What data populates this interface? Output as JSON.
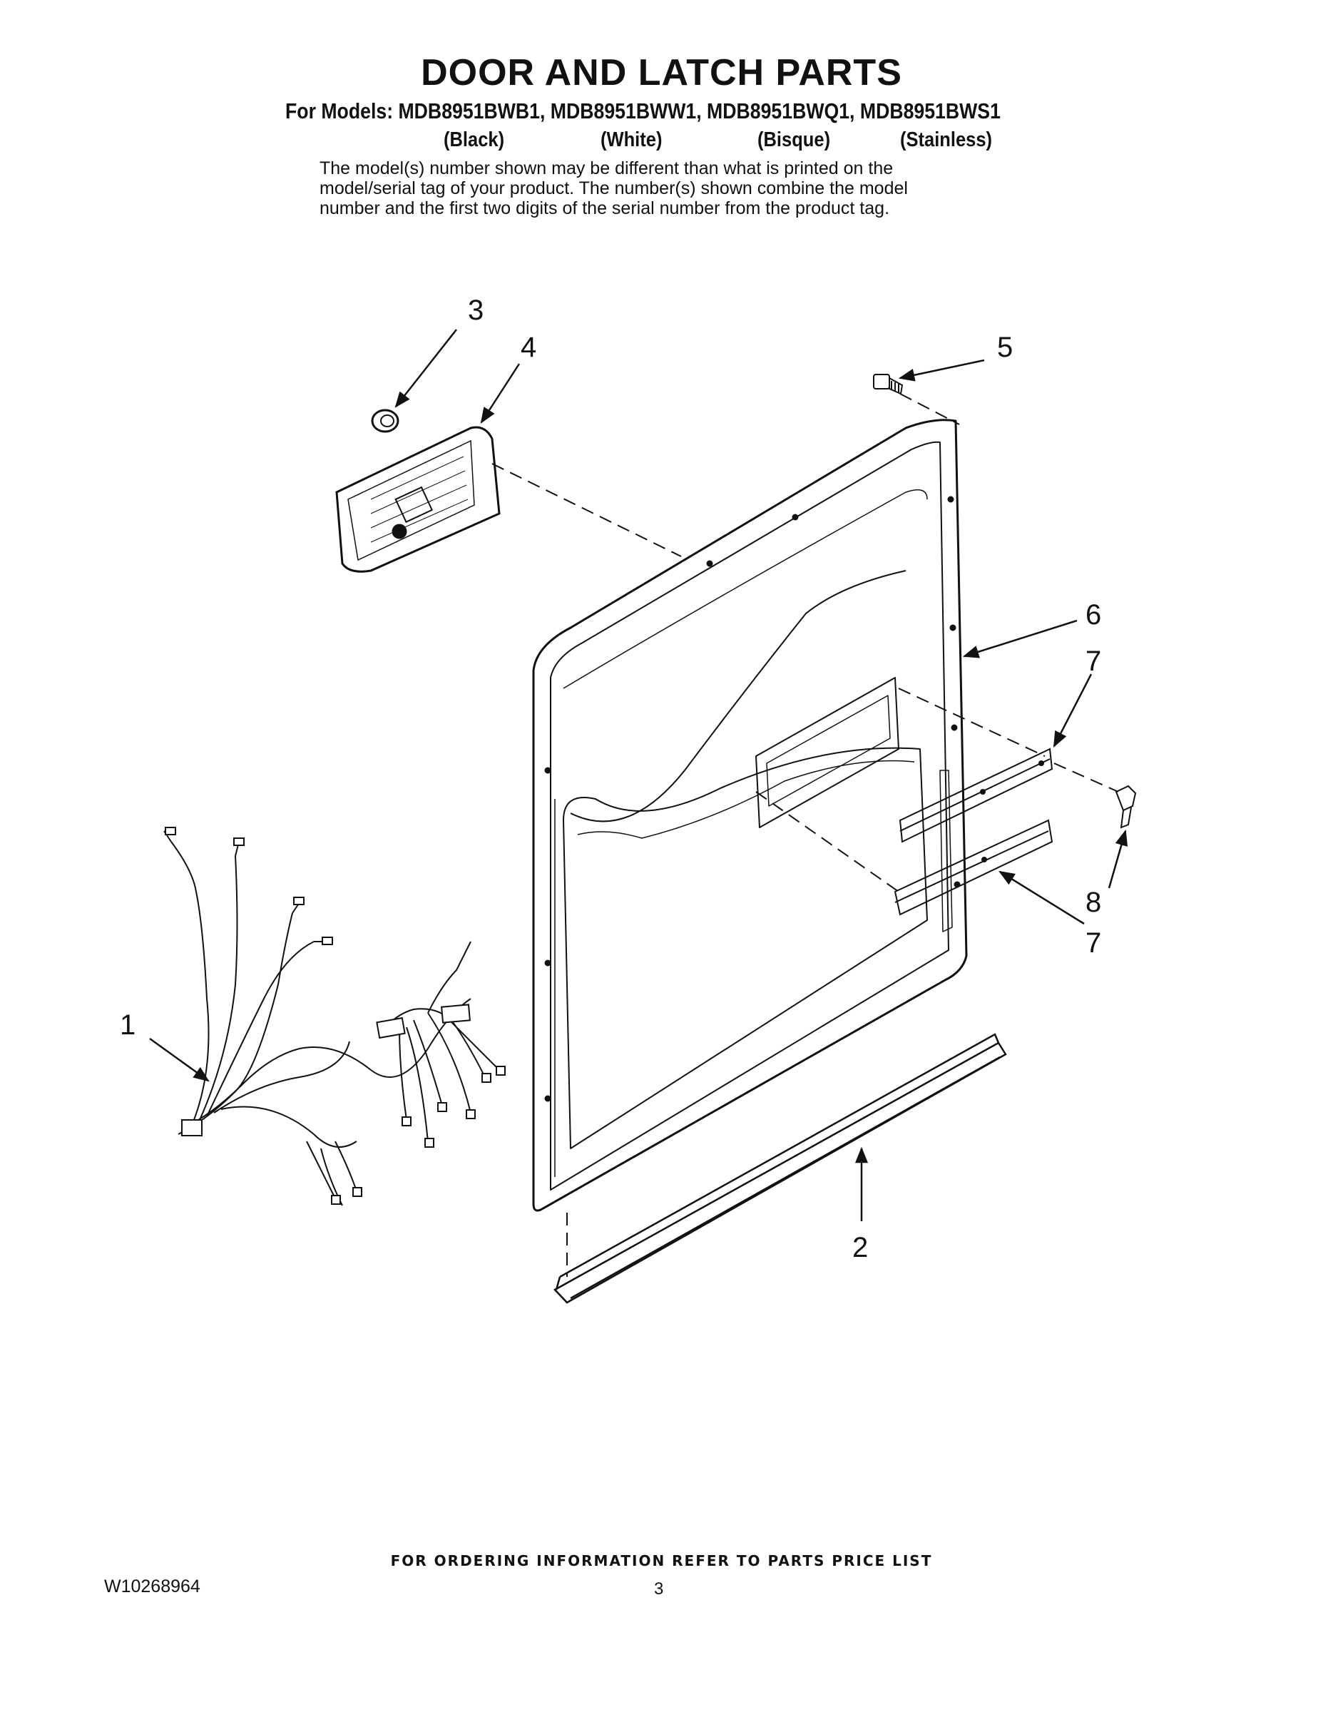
{
  "header": {
    "title": "DOOR AND LATCH PARTS",
    "models_line": "For Models: MDB8951BWB1, MDB8951BWW1, MDB8951BWQ1, MDB8951BWS1",
    "variants": [
      "(Black)",
      "(White)",
      "(Bisque)",
      "(Stainless)"
    ],
    "note_lines": [
      "The model(s) number shown may be different than what is printed on the",
      "model/serial tag of your product. The number(s) shown combine the model",
      "number and the first two digits of the serial number from the product tag."
    ]
  },
  "callouts": {
    "wire_harness": "1",
    "bottom_seal": "2",
    "button_cap": "3",
    "control_module": "4",
    "top_screw": "5",
    "inner_door": "6",
    "upper_bracket": "7",
    "side_screw": "8",
    "lower_bracket": "7"
  },
  "footer": {
    "ordering_info": "FOR ORDERING INFORMATION REFER TO PARTS PRICE LIST",
    "document_number": "W10268964",
    "page_number": "3"
  },
  "colors": {
    "ink": "#111111",
    "paper": "#ffffff"
  }
}
